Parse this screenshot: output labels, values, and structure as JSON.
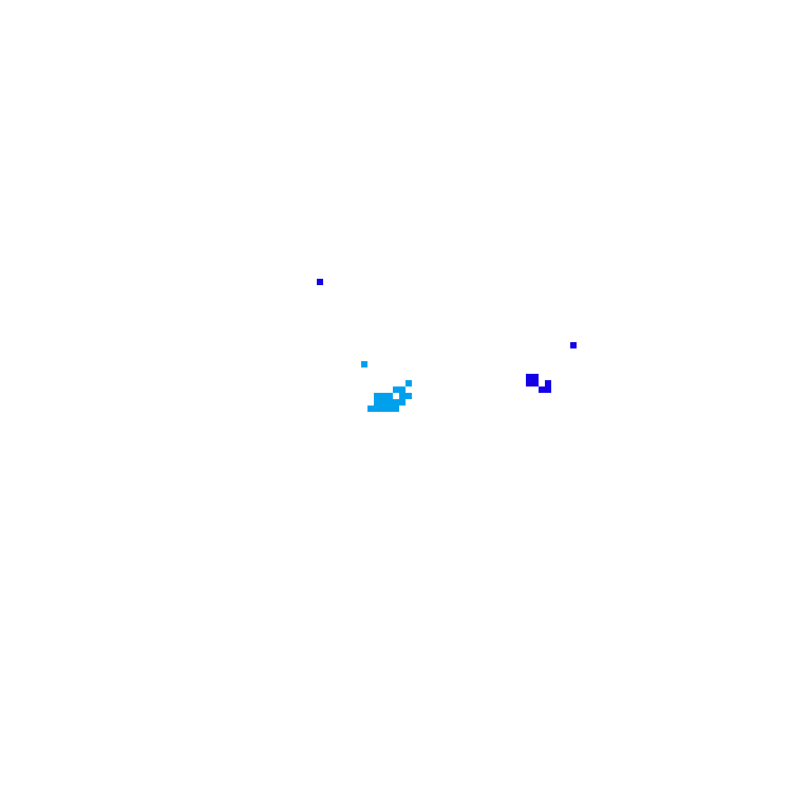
{
  "grid": {
    "cell_units": 8,
    "background": "#ffffff"
  },
  "clusters": [
    {
      "name": "dark-blue-dot-upper-left",
      "color": "#1400e6",
      "cells": [
        [
          50,
          44
        ]
      ]
    },
    {
      "name": "dark-blue-dot-right",
      "color": "#1400e6",
      "cells": [
        [
          90,
          54
        ]
      ]
    },
    {
      "name": "dark-blue-blob-right",
      "color": "#1400e6",
      "cells": [
        [
          83,
          59
        ],
        [
          84,
          59
        ],
        [
          83,
          60
        ],
        [
          84,
          60
        ],
        [
          86,
          60
        ],
        [
          85,
          61
        ],
        [
          86,
          61
        ]
      ]
    },
    {
      "name": "light-blue-dot-small",
      "color": "#00a0ec",
      "cells": [
        [
          57,
          57
        ]
      ]
    },
    {
      "name": "light-blue-blob-center",
      "color": "#00a0ec",
      "cells": [
        [
          64,
          60
        ],
        [
          62,
          61
        ],
        [
          63,
          61
        ],
        [
          59,
          62
        ],
        [
          60,
          62
        ],
        [
          61,
          62
        ],
        [
          63,
          62
        ],
        [
          64,
          62
        ],
        [
          59,
          63
        ],
        [
          60,
          63
        ],
        [
          61,
          63
        ],
        [
          62,
          63
        ],
        [
          63,
          63
        ],
        [
          58,
          64
        ],
        [
          59,
          64
        ],
        [
          60,
          64
        ],
        [
          61,
          64
        ],
        [
          62,
          64
        ]
      ]
    }
  ]
}
